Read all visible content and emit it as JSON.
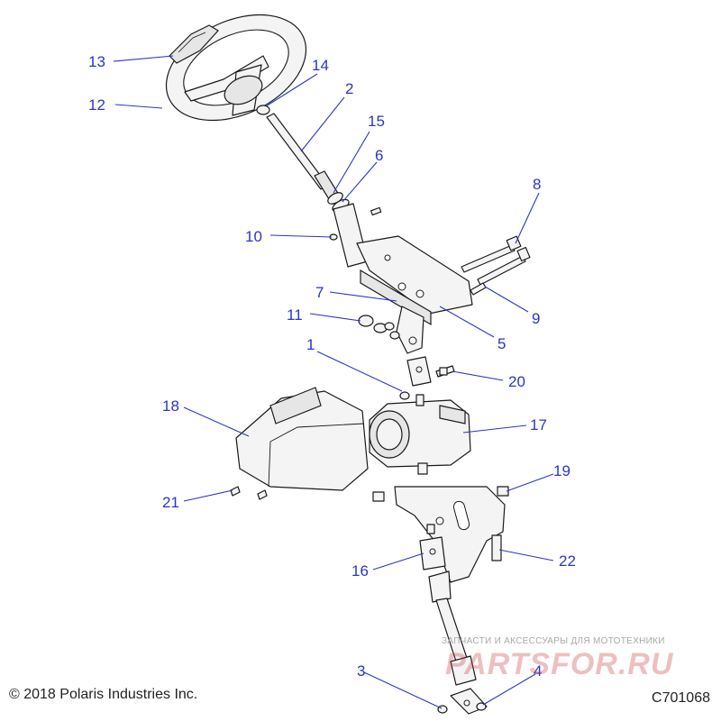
{
  "callouts": {
    "c1": "1",
    "c2": "2",
    "c3": "3",
    "c4": "4",
    "c5": "5",
    "c6": "6",
    "c7": "7",
    "c8": "8",
    "c9": "9",
    "c10": "10",
    "c11": "11",
    "c12": "12",
    "c13": "13",
    "c14": "14",
    "c15": "15",
    "c16": "16",
    "c17": "17",
    "c18": "18",
    "c19": "19",
    "c20": "20",
    "c21": "21",
    "c22": "22"
  },
  "copyright": "© 2018 Polaris Industries Inc.",
  "figure_code": "C701068",
  "watermark": {
    "tagline": "ЗАПЧАСТИ И АКСЕССУАРЫ ДЛЯ МОТОТЕХНИКИ",
    "logo": "PARTSFOR.RU"
  },
  "colors": {
    "callout": "#2a35c8",
    "line": "#1a1a1a",
    "watermark": "#c83c3c"
  }
}
